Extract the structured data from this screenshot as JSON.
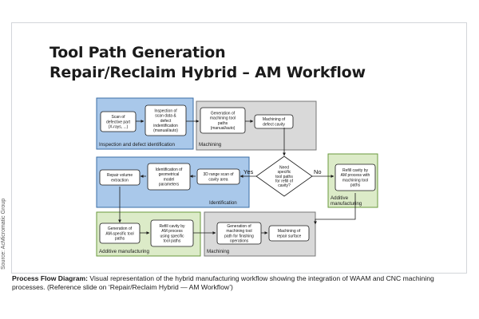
{
  "slide": {
    "title_line1": "Tool Path Generation",
    "title_line2": "Repair/Reclaim Hybrid – AM Workflow"
  },
  "diagram": {
    "panes": {
      "inspection": "Inspection and defect identification",
      "machining_top": "Machining",
      "identification": "Identification",
      "additive_right": [
        "Additive",
        "manufacturing"
      ],
      "additive_bottom": "Additive manufacturing",
      "machining_bottom": "Machining"
    },
    "boxes": {
      "scan": [
        "Scan of",
        "defective part",
        "(X-rays, ...)"
      ],
      "inspection": [
        "Inspection of",
        "scan data &",
        "defect",
        "indentification",
        "(manual/auto)"
      ],
      "gen_paths": [
        "Generation of",
        "machining tool",
        "paths",
        "(manual/auto)"
      ],
      "machining_defect": [
        "Machining of",
        "defect cavity"
      ],
      "decision": [
        "Need",
        "specific",
        "tool paths",
        "for refill of",
        "cavity?"
      ],
      "refill_right": [
        "Refill cavity by",
        "AM process with",
        "machining tool",
        "paths"
      ],
      "repair_volume": [
        "Repair volume",
        "extraction"
      ],
      "geom_params": [
        "Identification of",
        "geometrical",
        "model",
        "parameters"
      ],
      "range_scan": [
        "3D range scan of",
        "cavity area"
      ],
      "am_paths": [
        "Generation of",
        "AM-specific tool",
        "paths"
      ],
      "refill_bottom": [
        "Refill cavity by",
        "AM process",
        "using specific",
        "tool paths"
      ],
      "finishing_paths": [
        "Generation of",
        "machining tool",
        "path for finishing",
        "operations"
      ],
      "repair_surface": [
        "Machining of",
        "repair surface"
      ]
    },
    "labels": {
      "yes": "Yes",
      "no": "No"
    },
    "colors": {
      "blue": "#a9c8ea",
      "gray": "#d9d9d9",
      "green": "#dcebc8",
      "blue_border": "#3a6ea5",
      "gray_border": "#777777",
      "green_border": "#6a9a3c"
    }
  },
  "source": "Source: AcMicromatic Group",
  "caption": {
    "lead": "Process Flow Diagram:",
    "text": " Visual representation of the hybrid manufacturing workflow showing the integration of WAAM and CNC machining processes. (Reference slide on ‘Repair/Reclaim Hybrid — AM Workflow’)"
  }
}
